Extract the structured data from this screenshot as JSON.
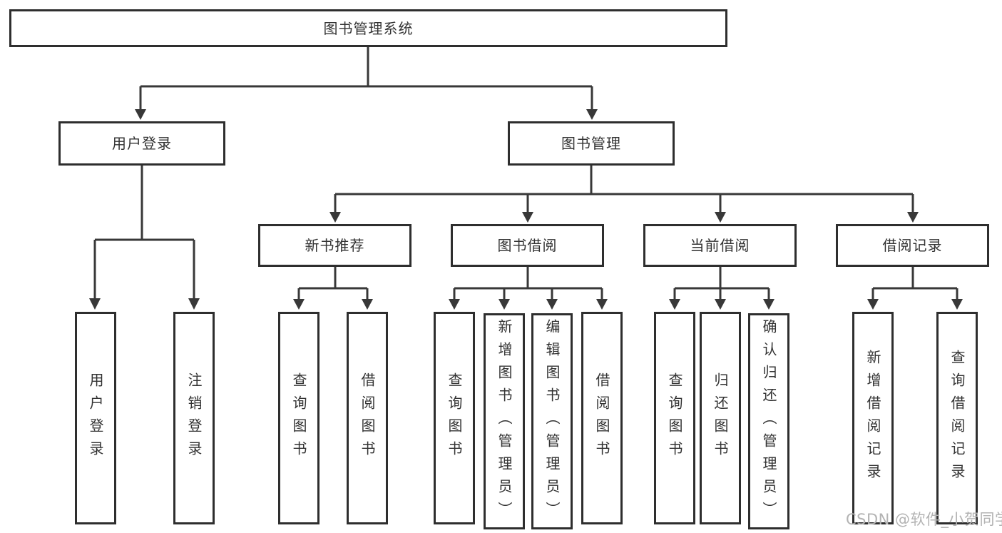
{
  "colors": {
    "line": "#383838",
    "box_border": "#2e2e2e",
    "text": "#333333",
    "background": "#ffffff",
    "watermark": "#b3b3b3"
  },
  "root": {
    "label": "图书管理系统"
  },
  "level2": {
    "user_login": {
      "label": "用户登录"
    },
    "book_management": {
      "label": "图书管理"
    }
  },
  "level3": {
    "new_book_recommend": {
      "label": "新书推荐"
    },
    "book_borrowing": {
      "label": "图书借阅"
    },
    "current_borrowing": {
      "label": "当前借阅"
    },
    "borrowing_records": {
      "label": "借阅记录"
    }
  },
  "level4": {
    "user_login_leaf": {
      "label": "用户登录"
    },
    "logout_login": {
      "label": "注销登录"
    },
    "recommend_query_books": {
      "label": "查询图书"
    },
    "recommend_borrow_books": {
      "label": "借阅图书"
    },
    "borrowing_query_books": {
      "label": "查询图书"
    },
    "add_books_admin": {
      "label": "新增图书（管理员）"
    },
    "edit_books_admin": {
      "label": "编辑图书（管理员）"
    },
    "borrowing_borrow_books": {
      "label": "借阅图书"
    },
    "current_query_books": {
      "label": "查询图书"
    },
    "return_books": {
      "label": "归还图书"
    },
    "confirm_return_admin": {
      "label": "确认归还（管理员）"
    },
    "add_borrowing_record": {
      "label": "新增借阅记录"
    },
    "query_borrowing_record": {
      "label": "查询借阅记录"
    }
  },
  "watermark": {
    "text": "CSDN @软件_小贺同学"
  }
}
